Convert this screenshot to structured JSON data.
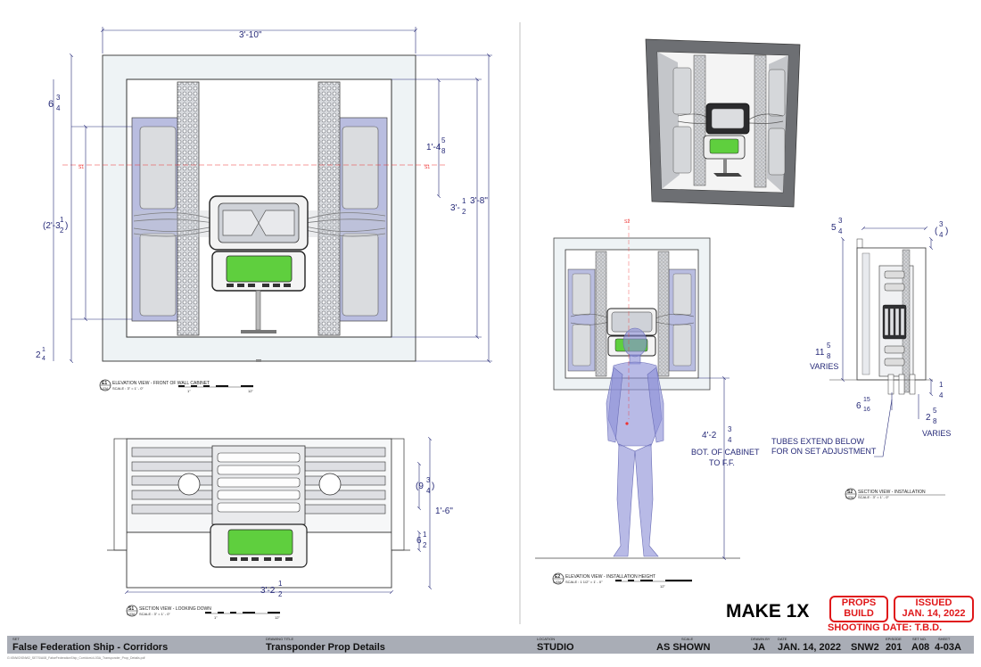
{
  "sheet": {
    "background": "#ffffff",
    "ink": "#262a78",
    "stamp_color": "#e0181a",
    "title_block_color": "#a9adb6"
  },
  "dims": {
    "e1_width": "3'-10\"",
    "e1_top_left_a": "6",
    "e1_top_left_b": "3",
    "e1_top_left_c": "4",
    "e1_inner_a": "1'-4",
    "e1_inner_b": "5",
    "e1_inner_c": "8",
    "e1_height_left_a": "(2'-3",
    "e1_height_left_b": "1",
    "e1_height_left_c": "2",
    "e1_height_left_d": ")",
    "e1_height_right_a": "3'-",
    "e1_height_right_b": "1",
    "e1_height_right_c": "2",
    "e1_height_right_d": "3'-8\"",
    "e1_bottom_a": "2",
    "e1_bottom_b": "1",
    "e1_bottom_c": "4",
    "s1_top_a": "(9",
    "s1_top_b": "3",
    "s1_top_c": "4",
    "s1_top_d": ")",
    "s1_depth": "1'-6\"",
    "s1_low_a": "6",
    "s1_low_b": "1",
    "s1_low_c": "2",
    "s1_width_a": "3'-2",
    "s1_width_b": "1",
    "s1_width_c": "2",
    "e2_height_a": "4'-2",
    "e2_height_b": "3",
    "e2_height_c": "4",
    "s2_top_a": "5",
    "s2_top_b": "3",
    "s2_top_c": "4",
    "s2_right_a": "(",
    "s2_right_b": "3",
    "s2_right_c": "4",
    "s2_right_d": ")",
    "s2_mid_a": "11",
    "s2_mid_b": "5",
    "s2_mid_c": "8",
    "s2_low_a": "6",
    "s2_low_b": "15",
    "s2_low_c": "16",
    "s2_q_a": "1",
    "s2_q_b": "4",
    "s2_end_a": "2",
    "s2_end_b": "5",
    "s2_end_c": "8"
  },
  "notes": {
    "varies_1": "VARIES",
    "varies_2": "VARIES",
    "bot_1": "BOT. OF CABINET",
    "bot_2": "TO F.F.",
    "tubes_1": "TUBES EXTEND BELOW",
    "tubes_2": "FOR ON SET ADJUSTMENT",
    "sec_a": "S1",
    "sec_b": "S1",
    "sec_c": "S2"
  },
  "views": {
    "e1": {
      "mark": "E1",
      "ref": "4-03A",
      "title": "ELEVATION VIEW - FRONT OF WALL CABINET",
      "scale": "SCALE : 3\" = 1' - 0\""
    },
    "s1": {
      "mark": "S1",
      "ref": "4-03A",
      "title": "SECTION VIEW - LOOKING DOWN",
      "scale": "SCALE : 3\" = 1' - 0\""
    },
    "e2": {
      "mark": "E2",
      "ref": "4-03A",
      "title": "ELEVATION VIEW - INSTALLATION HEIGHT",
      "scale": "SCALE : 1 1/2\" = 1' - 0\""
    },
    "s2": {
      "mark": "S2",
      "ref": "4-03A",
      "title": "SECTION VIEW - INSTALLATION",
      "scale": "SCALE : 3\" = 1' - 0\""
    }
  },
  "scalebar": {
    "one": "1\"",
    "twelve": "12\""
  },
  "stamps": {
    "make": "MAKE 1X",
    "props_1": "PROPS",
    "props_2": "BUILD",
    "issued_1": "ISSUED",
    "issued_2": "JAN. 14, 2022",
    "shooting": "SHOOTING DATE:  T.B.D."
  },
  "title_block": {
    "set_label": "SET",
    "set": "False Federation Ship - Corridors",
    "title_label": "DRAWING TITLE",
    "title": "Transponder Prop Details",
    "location_label": "LOCATION",
    "location": "STUDIO",
    "scale_label": "SCALE",
    "scale": "AS SHOWN",
    "drawn_label": "DRAWN BY",
    "drawn": "JA",
    "date_label": "DATE",
    "date": "JAN. 14, 2022",
    "show": "SNW2",
    "ep_label": "EPISODE",
    "episode": "201",
    "set_no_label": "SET NO.",
    "set_no": "A08",
    "sheet_label": "SHEET",
    "sheet": "4-03A"
  },
  "footer_path": "G:\\SNW2\\SNW2_SETS\\A08_FalseFederationShip_Corridors\\4-03A_Transponder_Prop_Details.pdf"
}
